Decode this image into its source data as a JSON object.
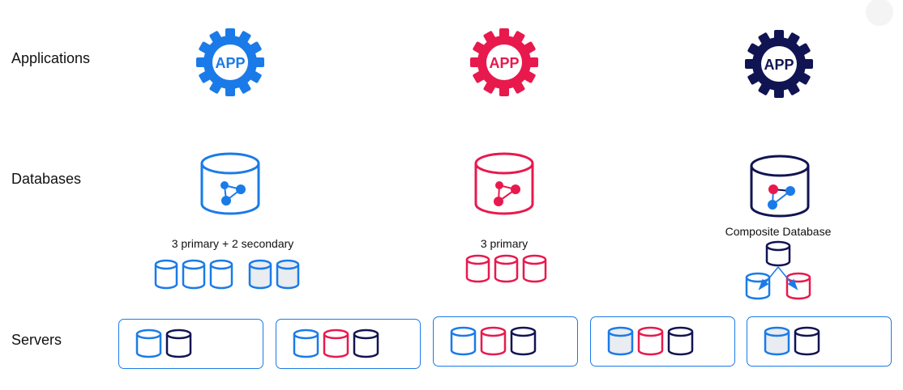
{
  "rows": {
    "applications": "Applications",
    "databases": "Databases",
    "servers": "Servers"
  },
  "apps": [
    {
      "label": "APP",
      "color": "#1a7be8"
    },
    {
      "label": "APP",
      "color": "#e8194d"
    },
    {
      "label": "APP",
      "color": "#111452"
    }
  ],
  "databases": [
    {
      "caption": "3 primary + 2 secondary",
      "color": "#1a7be8"
    },
    {
      "caption": "3 primary",
      "color": "#e8194d"
    },
    {
      "caption": "Composite Database",
      "color": "#111452"
    }
  ],
  "colors": {
    "blue": "#1a7be8",
    "red": "#e8194d",
    "navy": "#111452",
    "secondary_fill": "#e9ecf0"
  },
  "servers": [
    {
      "dbs": [
        "blue",
        "navy"
      ],
      "secondary": [
        false,
        false
      ]
    },
    {
      "dbs": [
        "blue",
        "red",
        "navy"
      ],
      "secondary": [
        false,
        false,
        false
      ]
    },
    {
      "dbs": [
        "blue",
        "red",
        "navy"
      ],
      "secondary": [
        false,
        false,
        false
      ]
    },
    {
      "dbs": [
        "blue",
        "red",
        "navy"
      ],
      "secondary": [
        true,
        false,
        false
      ]
    },
    {
      "dbs": [
        "blue",
        "navy"
      ],
      "secondary": [
        true,
        false
      ]
    }
  ]
}
